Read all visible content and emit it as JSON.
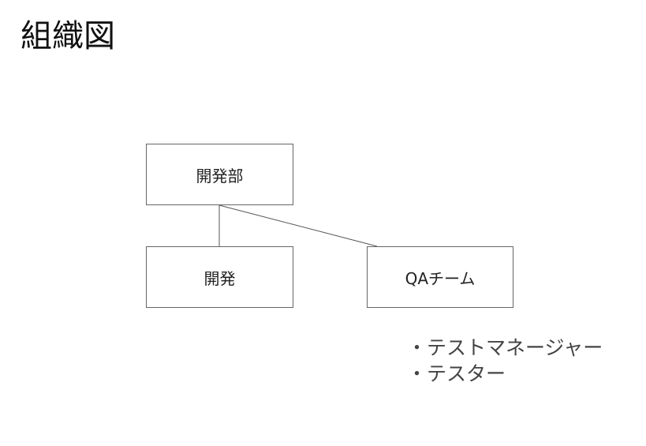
{
  "title": "組織図",
  "org_chart": {
    "root": {
      "label": "開発部"
    },
    "children": [
      {
        "label": "開発"
      },
      {
        "label": "QAチーム"
      }
    ]
  },
  "qa_roles": [
    "テストマネージャー",
    "テスター"
  ],
  "colors": {
    "box_border": "#666666",
    "connector": "#555555",
    "text": "#222222"
  }
}
